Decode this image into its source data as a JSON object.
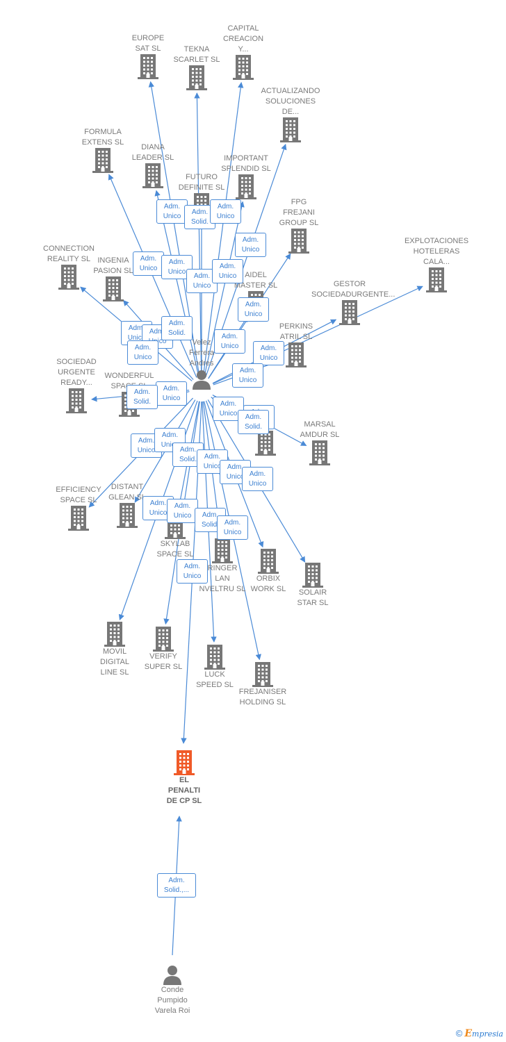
{
  "people": [
    {
      "id": "velez",
      "label": "Velez\nFerrera\nAndres"
    },
    {
      "id": "conde",
      "label": "Conde\nPumpido\nVarela Roi"
    }
  ],
  "companies": [
    {
      "label": "EUROPE\nSAT SL"
    },
    {
      "label": "TEKNA\nSCARLET SL"
    },
    {
      "label": "CAPITAL\nCREACION\nY..."
    },
    {
      "label": "ACTUALIZANDO\nSOLUCIONES\nDE..."
    },
    {
      "label": "FORMULA\nEXTENS SL"
    },
    {
      "label": "DIANA\nLEADER SL"
    },
    {
      "label": "IMPORTANT\nSPLENDID SL"
    },
    {
      "label": "FUTURO\nDEFINITE SL"
    },
    {
      "label": "FPG\nFREJANI\nGROUP SL"
    },
    {
      "label": "EXPLOTACIONES\nHOTELERAS\nCALA..."
    },
    {
      "label": "CONNECTION\nREALITY SL"
    },
    {
      "label": "INGENIA\nPASION SL"
    },
    {
      "label": "AIDEL\nMASTER SL"
    },
    {
      "label": "GESTOR\nSOCIEDADURGENTE..."
    },
    {
      "label": "PERKINS\nATRIL SL"
    },
    {
      "label": "SOCIEDAD\nURGENTE\nREADY..."
    },
    {
      "label": "WONDERFUL\nSPACE SL"
    },
    {
      "label": "NY\nSL"
    },
    {
      "label": "MARSAL\nAMDUR SL"
    },
    {
      "label": "EFFICIENCY\nSPACE SL"
    },
    {
      "label": "DISTANT\nGLEAN SL"
    },
    {
      "label": "SKYLAB\nSPACE SL"
    },
    {
      "label": "RINGER\nLAN\nNVELTRU SL"
    },
    {
      "label": "ORBIX\nWORK SL"
    },
    {
      "label": "SOLAIR\nSTAR SL"
    },
    {
      "label": "MOVIL\nDIGITAL\nLINE SL"
    },
    {
      "label": "VERIFY\nSUPER SL"
    },
    {
      "label": "LUCK\nSPEED SL"
    },
    {
      "label": "FREJANISER\nHOLDING SL"
    },
    {
      "label": "EL\nPENALTI\nDE CP SL",
      "highlight": true
    }
  ],
  "roles": [
    "Adm.\nUnico",
    "Adm.\nSolid.",
    "Adm.\nUnico",
    "Adm.\nUnico",
    "Adm.\nUnico",
    "Adm.\nUnico",
    "Adm.\nUnico",
    "Adm.\nUnico",
    "Adm.\nUnico",
    "Adm.\nUnico",
    "Adm.\nUnico",
    "Adm.\nSolid.",
    "Adm.\nUnico",
    "Adm.\nUnico",
    "Adm.\nUnico",
    "Adm.\nUnico",
    "Adm.\nSolid.",
    "Adm.\nSolid.",
    "Adm.\nUnico",
    "Adm.\nUnico",
    "Adm.\nUnico",
    "Adm.\nSolid.",
    "Adm.\nUnico",
    "Adm.\nUnico",
    "Adm.\nUnico",
    "Adm.\nUnico",
    "Adm.\nUnico",
    "Adm.\nSolid.",
    "Adm.\nUnico",
    "Adm.\nUnico",
    "Adm.\nUnico",
    "Adm.\nSolid.",
    "Adm.\nSolid.,..."
  ],
  "colors": {
    "edge": "#4a8ad6",
    "building": "#777777",
    "highlight": "#f05a28"
  },
  "footer": {
    "copyright": "©",
    "brand_e": "E",
    "brand_rest": "mpresia"
  }
}
